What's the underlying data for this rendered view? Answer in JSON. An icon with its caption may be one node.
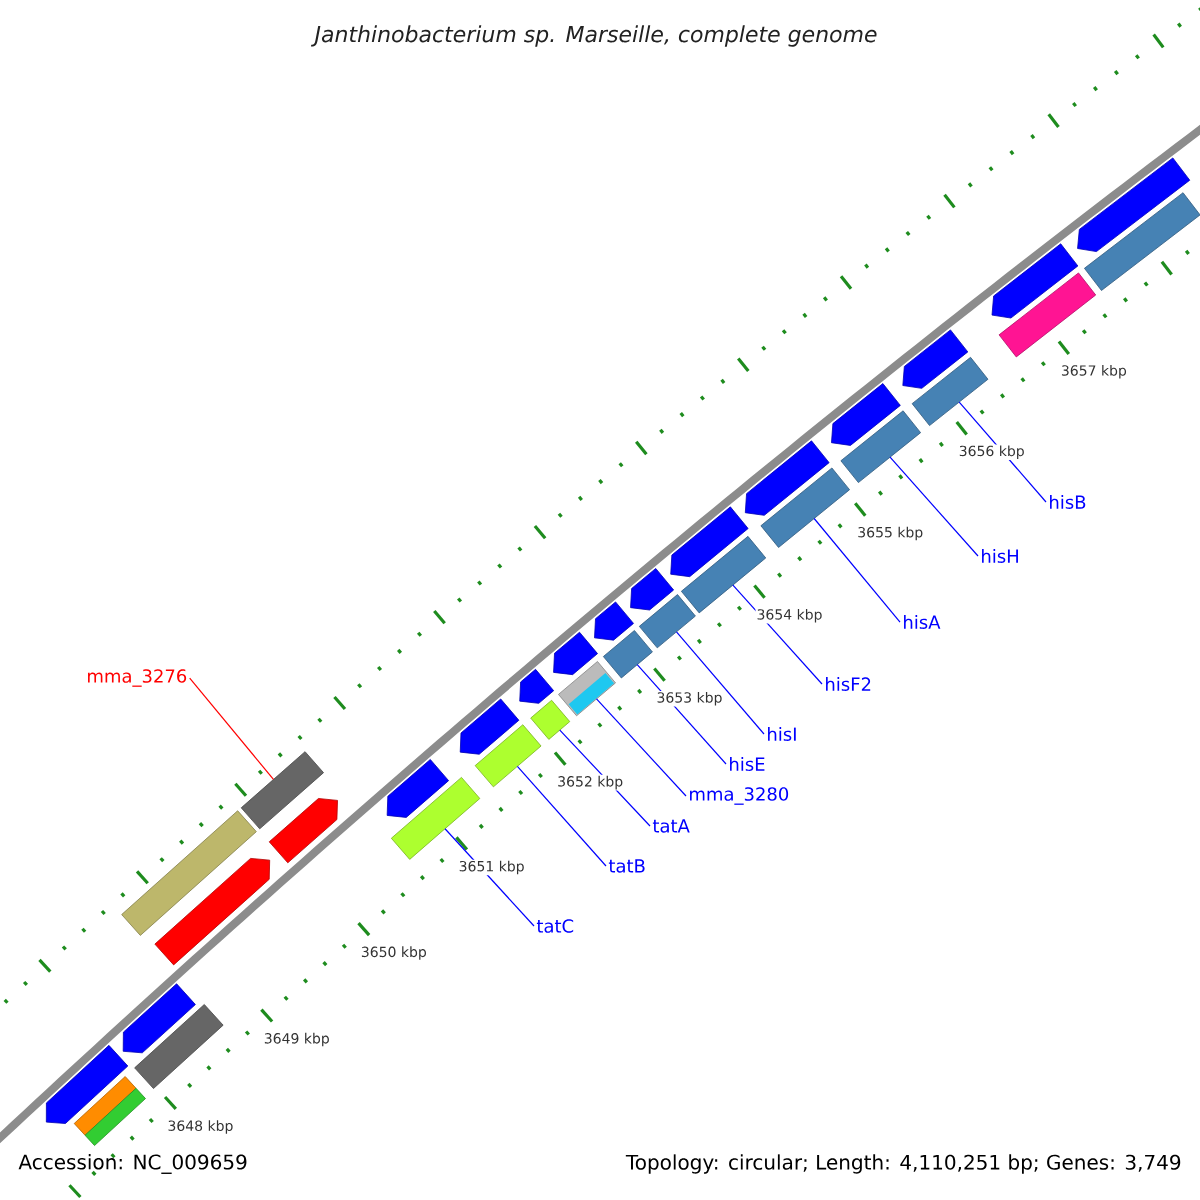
{
  "diagram": {
    "title": "Janthinobacterium sp. Marseille, complete genome",
    "nodes": [
      {
        "text": [
          "hisB"
        ]
      },
      {
        "text": [
          "hisH"
        ]
      },
      {
        "text": [
          "hisA"
        ]
      },
      {
        "text": [
          "mma_3276"
        ]
      },
      {
        "text": [
          "hisF2"
        ]
      },
      {
        "text": [
          "hisI"
        ]
      },
      {
        "text": [
          "hisE"
        ]
      },
      {
        "text": [
          "mma_3280"
        ]
      },
      {
        "text": [
          "tatA"
        ]
      },
      {
        "text": [
          "tatB"
        ]
      },
      {
        "text": [
          "tatC"
        ]
      },
      {
        "text": [],
        "shape": "pentagon"
      },
      {
        "text": [],
        "shape": "bar"
      },
      {
        "text": [],
        "shape": "bar"
      },
      {
        "text": [],
        "shape": "bar"
      },
      {
        "text": [],
        "shape": "pentagon"
      },
      {
        "text": [],
        "shape": "bar"
      },
      {
        "text": [],
        "shape": "pentagon"
      },
      {
        "text": [],
        "shape": "pentagon"
      },
      {
        "text": [],
        "shape": "bar"
      },
      {
        "text": [],
        "shape": "bar"
      },
      {
        "text": [],
        "shape": "pentagon"
      },
      {
        "text": [],
        "shape": "pentagon"
      },
      {
        "text": [],
        "shape": "bar"
      },
      {
        "text": [],
        "shape": "bar"
      },
      {
        "text": [],
        "shape": "pentagon"
      },
      {
        "text": [],
        "shape": "bar"
      },
      {
        "text": [],
        "shape": "pentagon"
      },
      {
        "text": [],
        "shape": "bar"
      },
      {
        "text": [],
        "shape": "pentagon"
      },
      {
        "text": [],
        "shape": "bar"
      },
      {
        "text": [],
        "shape": "pentagon"
      },
      {
        "text": [],
        "shape": "bar"
      },
      {
        "text": [],
        "shape": "pentagon"
      },
      {
        "text": [],
        "shape": "pentagon"
      },
      {
        "text": [],
        "shape": "bar"
      },
      {
        "text": [],
        "shape": "bar"
      },
      {
        "text": [],
        "shape": "pentagon"
      },
      {
        "text": [],
        "shape": "bar"
      },
      {
        "text": [],
        "shape": "pentagon"
      },
      {
        "text": [],
        "shape": "bar"
      },
      {
        "text": [],
        "shape": "pentagon"
      },
      {
        "text": [],
        "shape": "bar"
      },
      {
        "text": [],
        "shape": "pentagon"
      }
    ],
    "edges": [
      {
        "from": 0,
        "to": 38,
        "arrow": "none"
      },
      {
        "from": 1,
        "to": 36,
        "arrow": "none"
      },
      {
        "from": 2,
        "to": 35,
        "arrow": "none"
      },
      {
        "from": 3,
        "to": 19,
        "arrow": "none",
        "color": "#ff0000"
      },
      {
        "from": 4,
        "to": 32,
        "arrow": "none"
      },
      {
        "from": 5,
        "to": 30,
        "arrow": "none"
      },
      {
        "from": 6,
        "to": 28,
        "arrow": "none"
      },
      {
        "from": 7,
        "to": 26,
        "arrow": "none"
      },
      {
        "from": 8,
        "to": 24,
        "arrow": "none"
      },
      {
        "from": 9,
        "to": 23,
        "arrow": "none"
      },
      {
        "from": 10,
        "to": 20,
        "arrow": "none"
      }
    ],
    "labels": [
      "3657 kbp",
      "3656 kbp",
      "3655 kbp",
      "3654 kbp",
      "3653 kbp",
      "3652 kbp",
      "3651 kbp",
      "3650 kbp",
      "3649 kbp",
      "3648 kbp",
      "Accession: NC_009659",
      "Topology: circular; Length: 4,110,251 bp; Genes: 3,749"
    ]
  }
}
